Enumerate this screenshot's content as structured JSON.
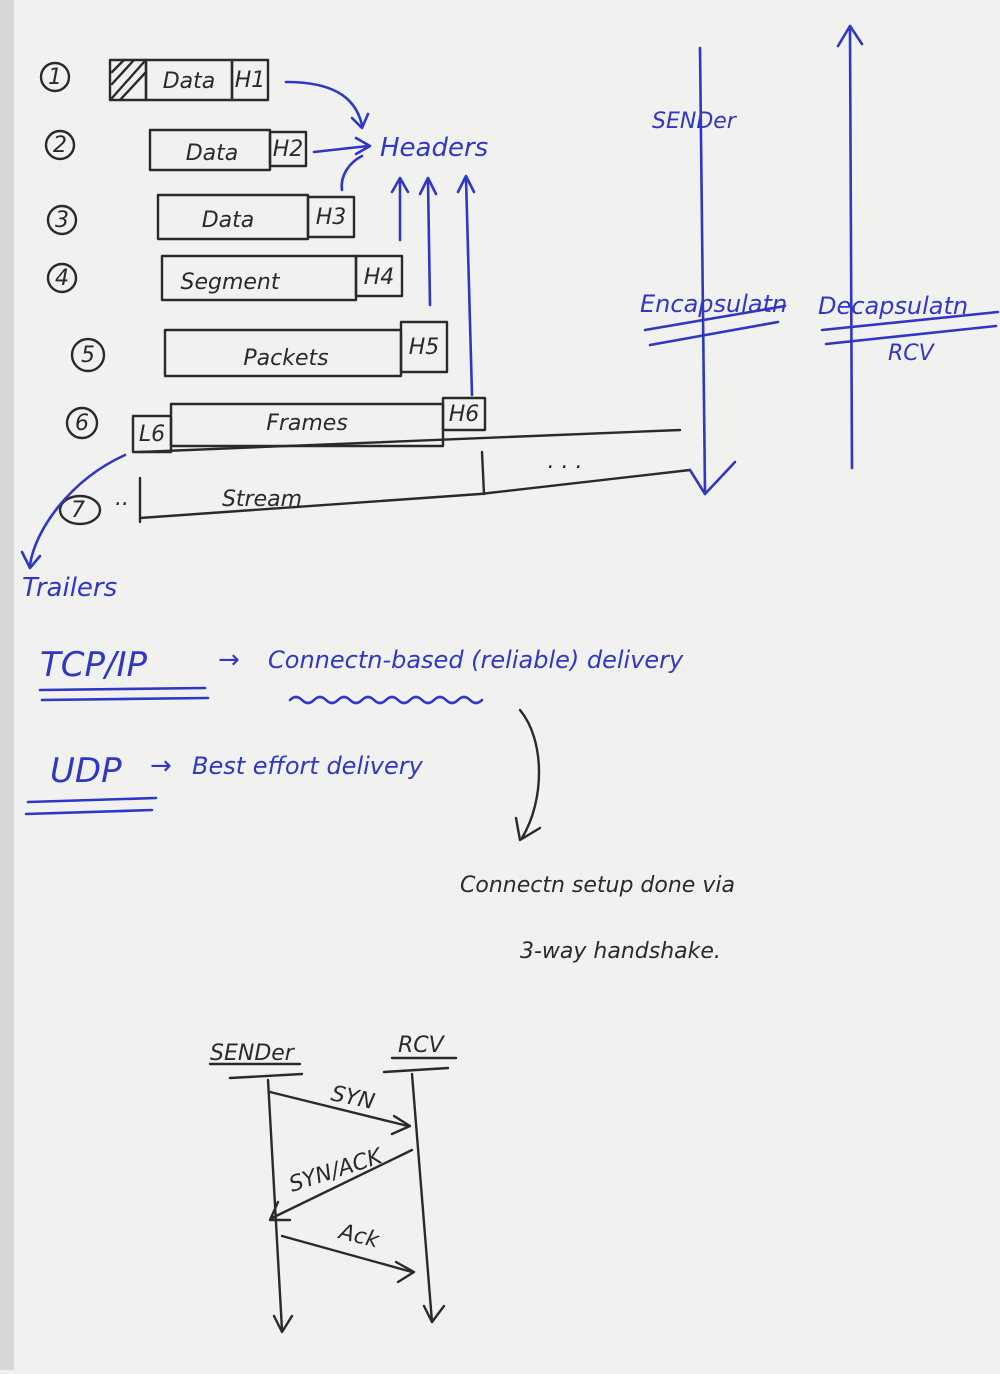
{
  "layers": [
    {
      "num": "1",
      "body": "Data",
      "header": "H1",
      "trailer": ""
    },
    {
      "num": "2",
      "body": "Data",
      "header": "H2",
      "trailer": ""
    },
    {
      "num": "3",
      "body": "Data",
      "header": "H3",
      "trailer": ""
    },
    {
      "num": "4",
      "body": "Segment",
      "header": "H4",
      "trailer": ""
    },
    {
      "num": "5",
      "body": "Packets",
      "header": "H5",
      "trailer": ""
    },
    {
      "num": "6",
      "body": "Frames",
      "header": "H6",
      "trailer": "L6"
    },
    {
      "num": "7",
      "body": "Stream",
      "header": "",
      "trailer": ""
    }
  ],
  "stream_ellipsis": ". . .",
  "stream_prefix": "..",
  "headers_label": "Headers",
  "trailers_label": "Trailers",
  "sender_label": "SENDer",
  "encapsulation_label": "Encapsulatn",
  "decapsulation_label": "Decapsulatn",
  "rcv_label": "RCV",
  "tcp": {
    "name": "TCP/IP",
    "arrow": "→",
    "description": "Connectn-based (reliable) delivery"
  },
  "udp": {
    "name": "UDP",
    "arrow": "→",
    "description": "Best effort delivery"
  },
  "note_line1": "Connectn setup done via",
  "note_line2": "3-way handshake.",
  "handshake": {
    "sender": "SENDer",
    "receiver": "RCV",
    "messages": [
      "SYN",
      "SYN/ACK",
      "Ack"
    ]
  },
  "colors": {
    "ink_blue": "#2f37c4",
    "ink_black": "#2a2a2a",
    "paper": "#f1f1ef"
  }
}
